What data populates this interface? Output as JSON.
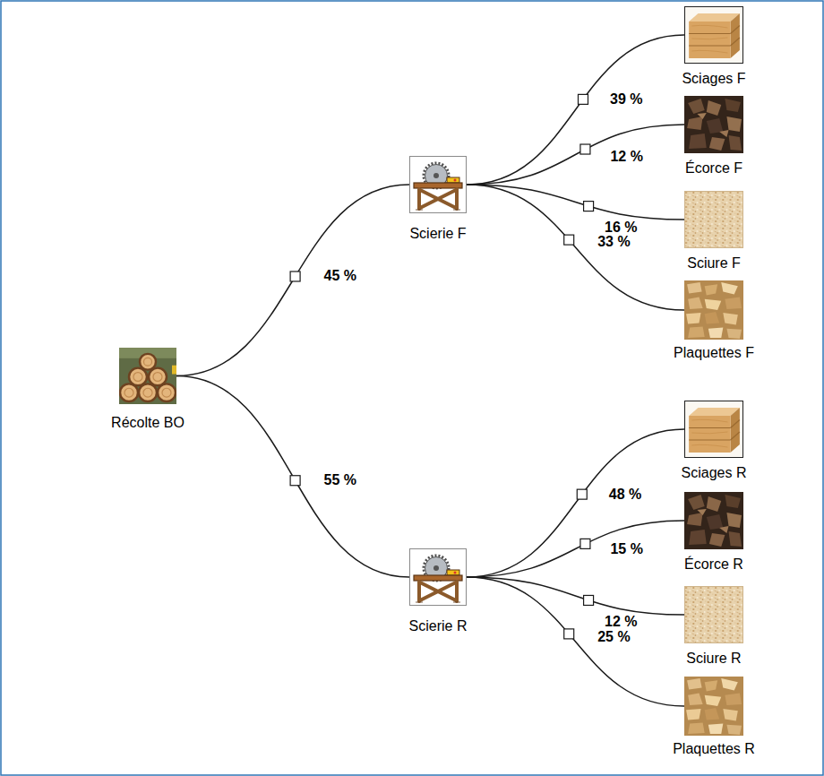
{
  "diagram": {
    "nodes": [
      {
        "text": [
          "Récolte BO"
        ]
      },
      {
        "text": [
          "Scierie F"
        ]
      },
      {
        "text": [
          "Sciages F"
        ]
      },
      {
        "text": [
          "Écorce F"
        ]
      },
      {
        "text": [
          "Sciure F"
        ]
      },
      {
        "text": [
          "Plaquettes F"
        ]
      },
      {
        "text": [
          "Scierie R"
        ]
      },
      {
        "text": [
          "Sciages R"
        ]
      },
      {
        "text": [
          "Écorce R"
        ]
      },
      {
        "text": [
          "Sciure R"
        ]
      },
      {
        "text": [
          "Plaquettes R"
        ]
      }
    ],
    "edges": [
      {
        "from": 0,
        "to": 1,
        "arrow": "none",
        "label": "45 %"
      },
      {
        "from": 1,
        "to": 2,
        "arrow": "none",
        "label": "39 %"
      },
      {
        "from": 1,
        "to": 3,
        "arrow": "none",
        "label": "12 %"
      },
      {
        "from": 1,
        "to": 4,
        "arrow": "none",
        "label": "16 %"
      },
      {
        "from": 1,
        "to": 5,
        "arrow": "none",
        "label": "33 %"
      },
      {
        "from": 0,
        "to": 6,
        "arrow": "none",
        "label": "55 %"
      },
      {
        "from": 6,
        "to": 7,
        "arrow": "none",
        "label": "48 %"
      },
      {
        "from": 6,
        "to": 8,
        "arrow": "none",
        "label": "15 %"
      },
      {
        "from": 6,
        "to": 9,
        "arrow": "none",
        "label": "12 %"
      },
      {
        "from": 6,
        "to": 10,
        "arrow": "none",
        "label": "25 %"
      }
    ]
  }
}
